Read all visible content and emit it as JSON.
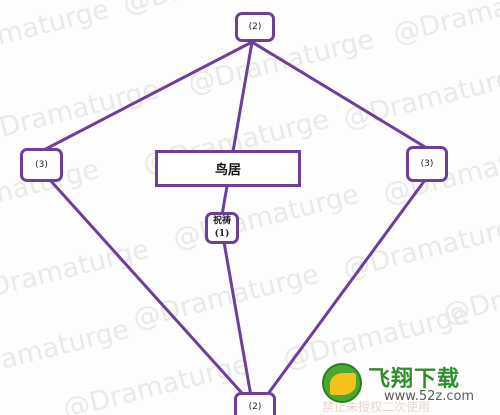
{
  "watermark": {
    "text": "@Dramaturge",
    "color": "#e9e9e9"
  },
  "diagram": {
    "line_color": "#6d3e9a",
    "nodes": {
      "top": {
        "label": "(2)"
      },
      "left": {
        "label": "(3)"
      },
      "right": {
        "label": "(3)"
      },
      "center_title": {
        "label": "鸟居"
      },
      "center_small": {
        "line1": "祝祷",
        "line2": "(1)"
      },
      "bottom": {
        "label": "(2)"
      }
    }
  },
  "overlay": {
    "logo_text": "飞翔下载",
    "logo_url": "www.52z.com",
    "faint_text": "禁止未授权二次使用",
    "logo_green": "#2f8f2a",
    "logo_yellow": "#f3c21d"
  }
}
